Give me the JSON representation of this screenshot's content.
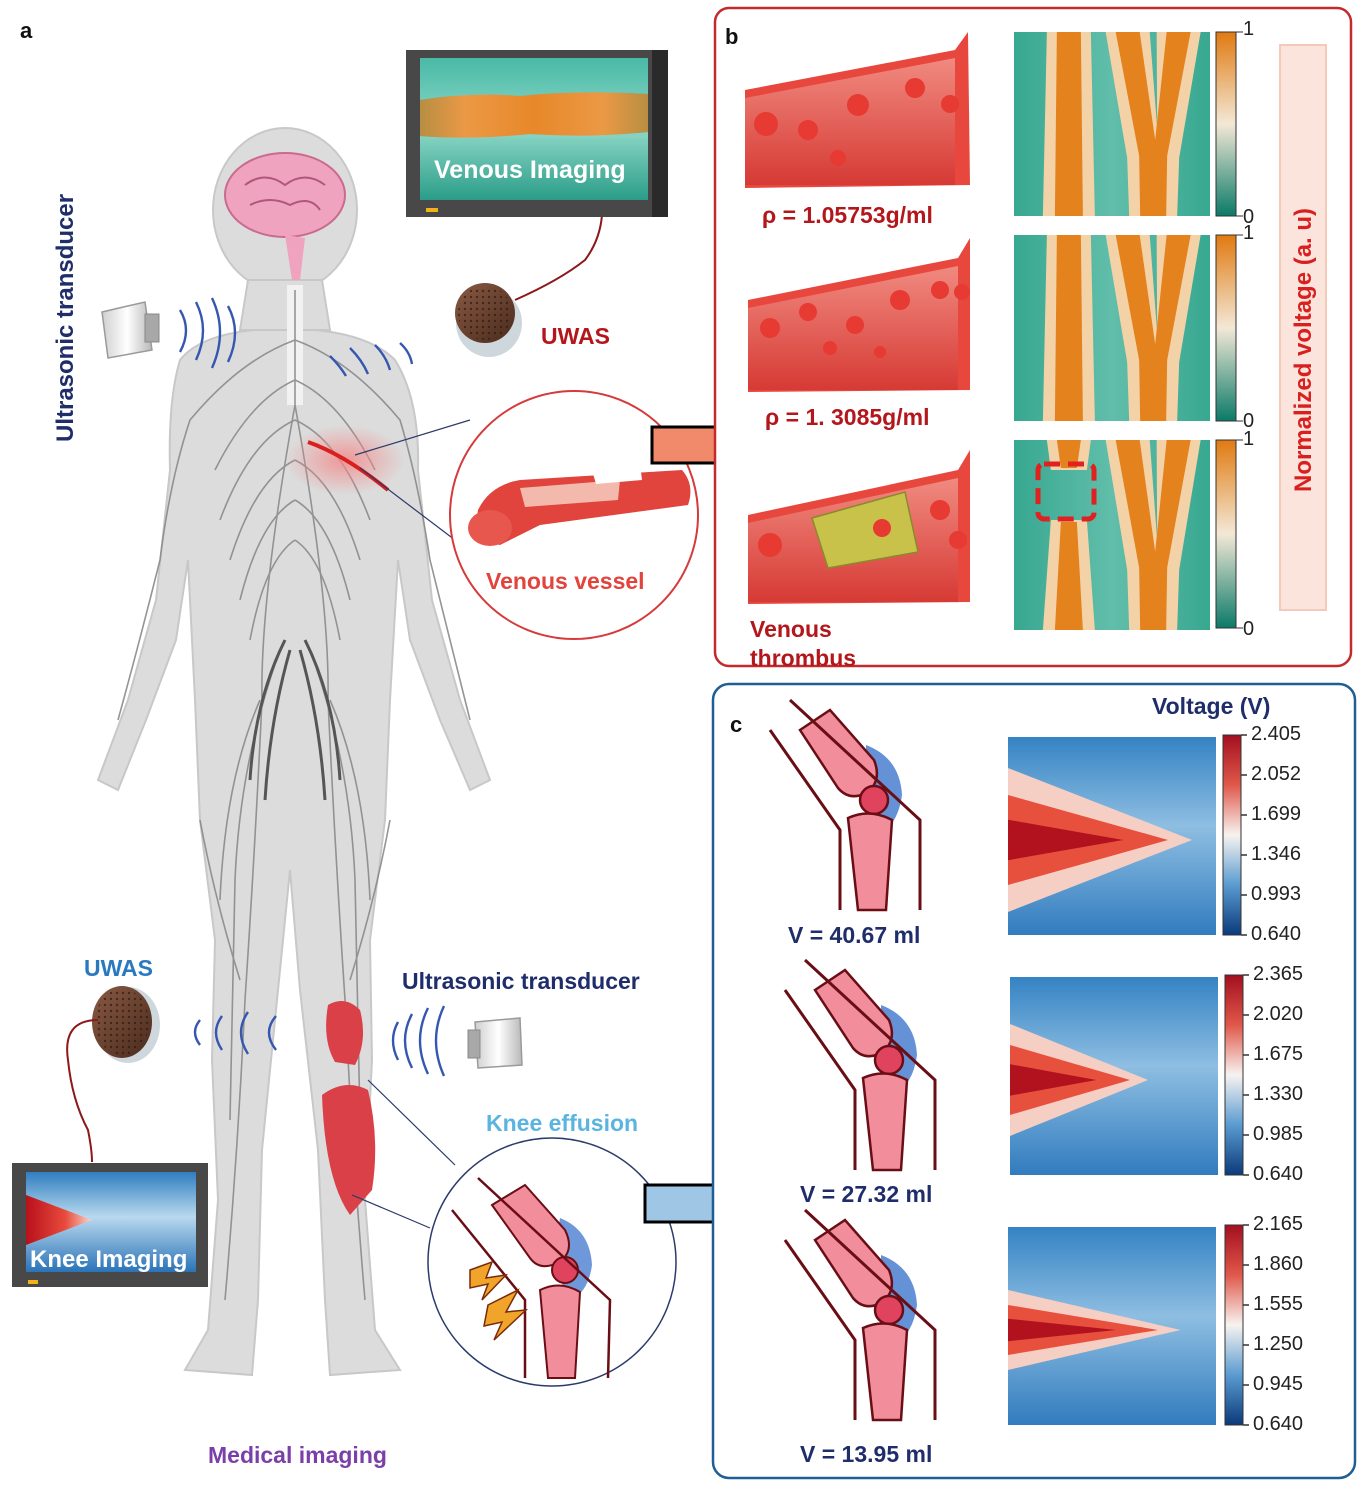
{
  "panels": {
    "a": {
      "letter": "a"
    },
    "b": {
      "letter": "b"
    },
    "c": {
      "letter": "c"
    }
  },
  "labels": {
    "ultrasonic_transducer_top": "Ultrasonic transducer",
    "ultrasonic_transducer_bottom": "Ultrasonic transducer",
    "uwas_top": "UWAS",
    "uwas_bottom": "UWAS",
    "venous_imaging": "Venous Imaging",
    "venous_vessel": "Venous vessel",
    "knee_effusion": "Knee effusion",
    "knee_imaging": "Knee Imaging",
    "medical_imaging": "Medical imaging",
    "normalized_voltage": "Normalized voltage  (a. u)",
    "voltage_title": "Voltage (V)"
  },
  "venous": {
    "rows": [
      {
        "label": "ρ = 1.05753g/ml",
        "cb_top": "1",
        "cb_bottom": "0",
        "thrombus": false
      },
      {
        "label": "ρ = 1. 3085g/ml",
        "cb_top": "1",
        "cb_bottom": "0",
        "thrombus": false
      },
      {
        "label_line1": "Venous",
        "label_line2": "thrombus",
        "cb_top": "1",
        "cb_bottom": "0",
        "thrombus": true
      }
    ]
  },
  "knee": {
    "rows": [
      {
        "label": "V = 40.67 ml",
        "ticks": [
          "2.405",
          "2.052",
          "1.699",
          "1.346",
          "0.993",
          "0.640"
        ]
      },
      {
        "label": "V = 27.32 ml",
        "ticks": [
          "2.365",
          "2.020",
          "1.675",
          "1.330",
          "0.985",
          "0.640"
        ]
      },
      {
        "label": "V = 13.95 ml",
        "ticks": [
          "2.165",
          "1.860",
          "1.555",
          "1.250",
          "0.945",
          "0.640"
        ]
      }
    ]
  },
  "colors": {
    "panel_b_border": "#c42a2a",
    "panel_c_border": "#1f5f95",
    "teal": "#2aa08c",
    "orange": "#e48a28",
    "vessel_red": "#e04a42",
    "dark_navy": "#1f2d6b",
    "dark_red": "#b3161b",
    "purple": "#7a3fa8",
    "light_blue": "#5ab4e0"
  }
}
